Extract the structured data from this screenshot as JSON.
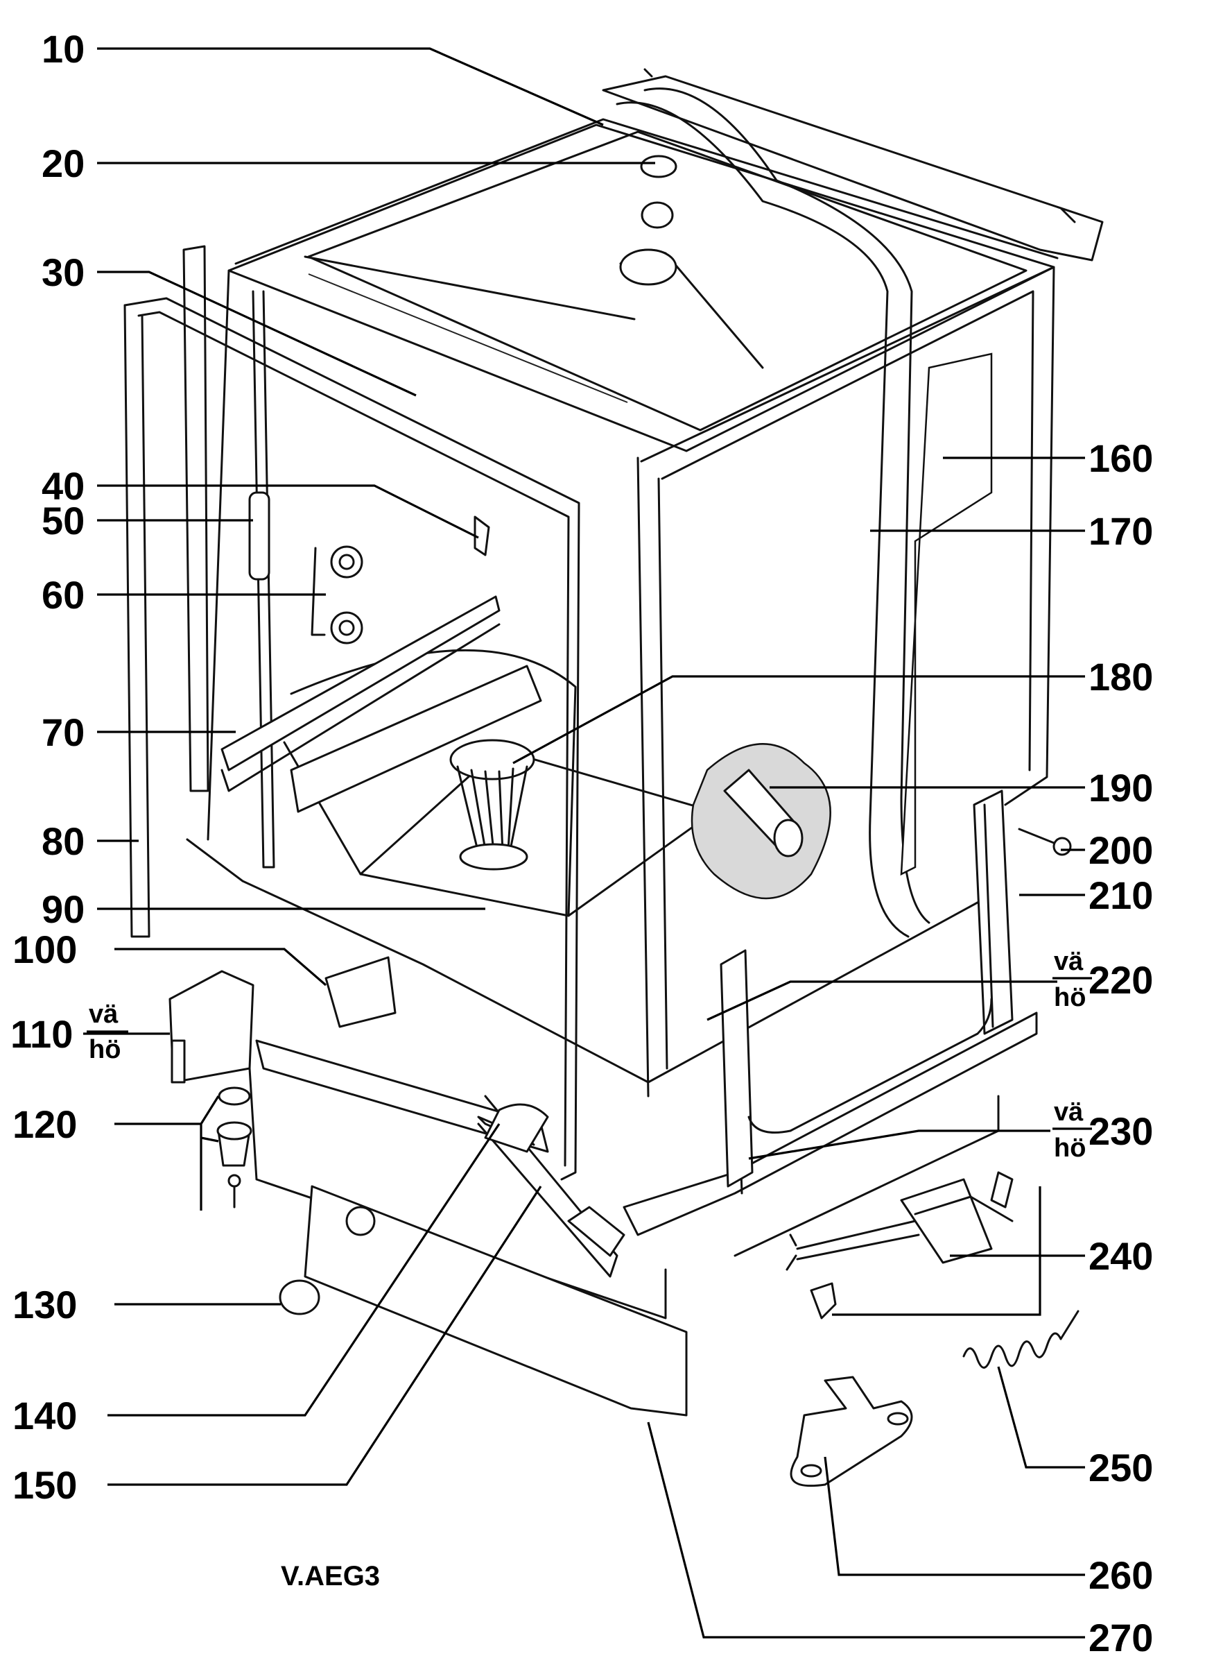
{
  "diagram": {
    "code": "V.AEG3",
    "labels": [
      {
        "id": "10",
        "text": "10"
      },
      {
        "id": "20",
        "text": "20"
      },
      {
        "id": "30",
        "text": "30"
      },
      {
        "id": "40",
        "text": "40"
      },
      {
        "id": "50",
        "text": "50"
      },
      {
        "id": "60",
        "text": "60"
      },
      {
        "id": "70",
        "text": "70"
      },
      {
        "id": "80",
        "text": "80"
      },
      {
        "id": "90",
        "text": "90"
      },
      {
        "id": "100",
        "text": "100"
      },
      {
        "id": "110",
        "text": "110",
        "upper": "vä",
        "lower": "hö"
      },
      {
        "id": "120",
        "text": "120"
      },
      {
        "id": "130",
        "text": "130"
      },
      {
        "id": "140",
        "text": "140"
      },
      {
        "id": "150",
        "text": "150"
      },
      {
        "id": "160",
        "text": "160"
      },
      {
        "id": "170",
        "text": "170"
      },
      {
        "id": "180",
        "text": "180"
      },
      {
        "id": "190",
        "text": "190"
      },
      {
        "id": "200",
        "text": "200"
      },
      {
        "id": "210",
        "text": "210"
      },
      {
        "id": "220",
        "text": "220",
        "upper": "vä",
        "lower": "hö"
      },
      {
        "id": "230",
        "text": "230",
        "upper": "vä",
        "lower": "hö"
      },
      {
        "id": "240",
        "text": "240"
      },
      {
        "id": "250",
        "text": "250"
      },
      {
        "id": "260",
        "text": "260"
      },
      {
        "id": "270",
        "text": "270"
      }
    ]
  }
}
